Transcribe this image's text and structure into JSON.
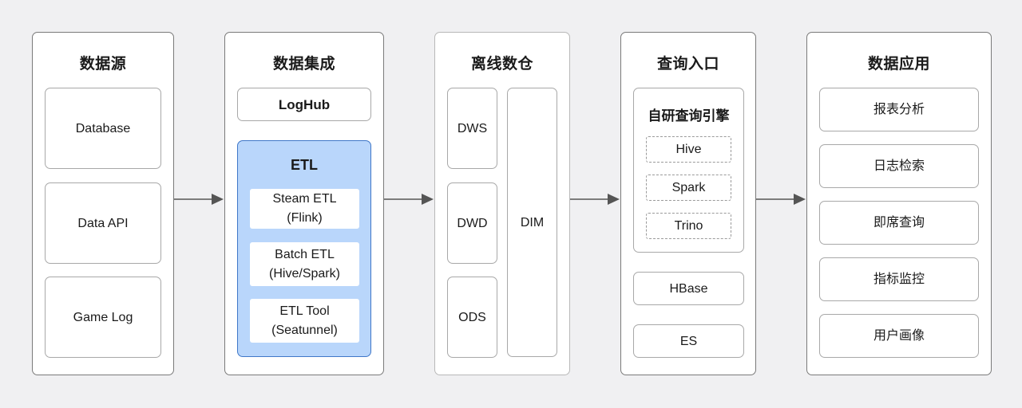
{
  "columns": [
    {
      "title": "数据源",
      "items": [
        "Database",
        "Data API",
        "Game Log"
      ]
    },
    {
      "title": "数据集成",
      "loghub": "LogHub",
      "etl": {
        "title": "ETL",
        "items": [
          "Steam ETL\n(Flink)",
          "Batch ETL\n(Hive/Spark)",
          "ETL Tool\n(Seatunnel)"
        ]
      }
    },
    {
      "title": "离线数仓",
      "layers": [
        "DWS",
        "DWD",
        "ODS"
      ],
      "dim": "DIM"
    },
    {
      "title": "查询入口",
      "engine": {
        "title": "自研查询引擎",
        "items": [
          "Hive",
          "Spark",
          "Trino"
        ]
      },
      "others": [
        "HBase",
        "ES"
      ]
    },
    {
      "title": "数据应用",
      "items": [
        "报表分析",
        "日志检索",
        "即席查询",
        "指标监控",
        "用户画像"
      ]
    }
  ],
  "colors": {
    "etl_fill": "#b9d6fb",
    "etl_border": "#3f77c8",
    "arrow": "#555555",
    "background": "#f0f0f2"
  }
}
